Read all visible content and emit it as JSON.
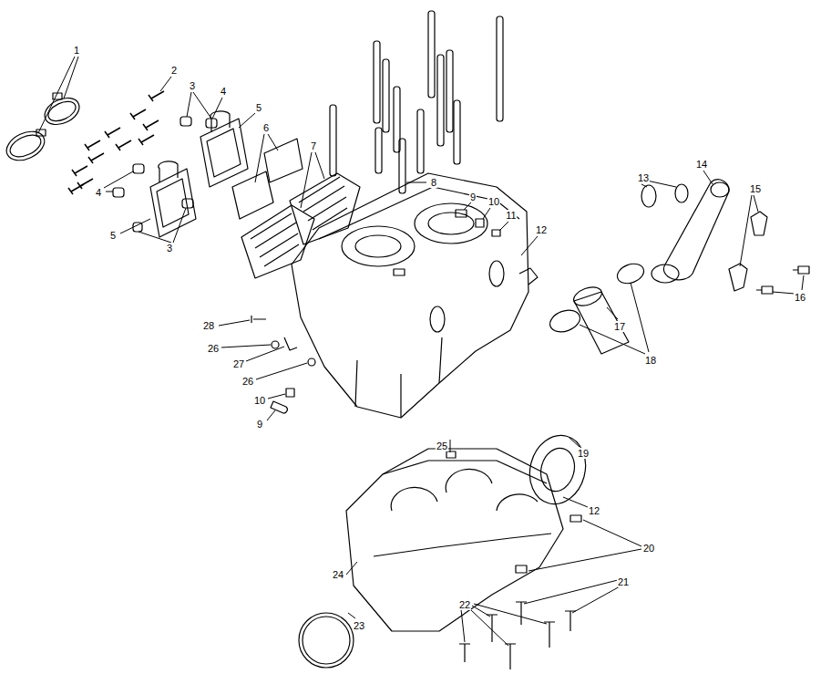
{
  "diagram": {
    "labels": [
      "1",
      "2",
      "3",
      "4",
      "5",
      "6",
      "7",
      "8",
      "9",
      "10",
      "11",
      "12",
      "13",
      "14",
      "15",
      "16",
      "4",
      "5",
      "3",
      "17",
      "18",
      "28",
      "26",
      "27",
      "26",
      "10",
      "9",
      "19",
      "25",
      "12",
      "20",
      "21",
      "22",
      "24",
      "23"
    ]
  }
}
